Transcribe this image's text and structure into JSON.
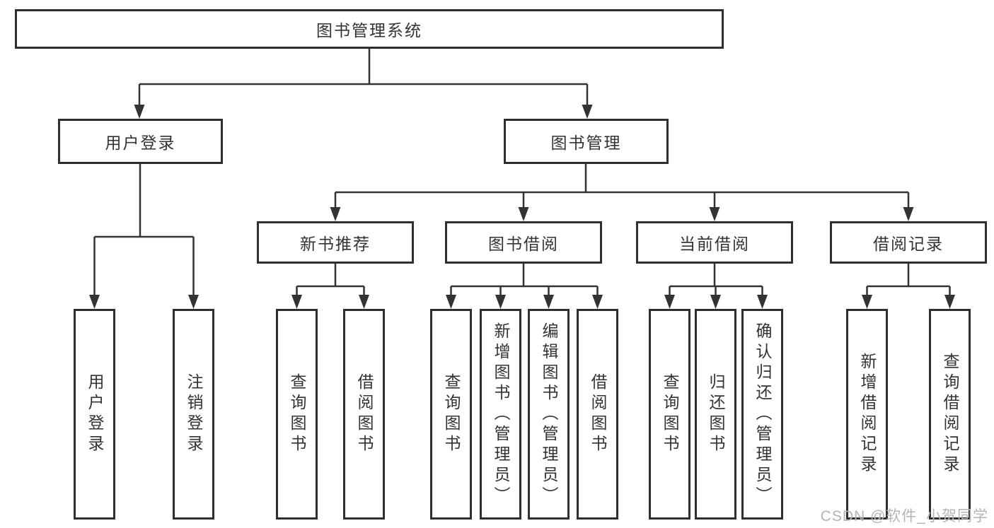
{
  "diagram": {
    "root": {
      "label": "图书管理系统"
    },
    "branches": [
      {
        "label": "用户登录",
        "children": [
          {
            "label": "用户登录"
          },
          {
            "label": "注销登录"
          }
        ]
      },
      {
        "label": "图书管理",
        "children": [
          {
            "label": "新书推荐",
            "children": [
              {
                "label": "查询图书"
              },
              {
                "label": "借阅图书"
              }
            ]
          },
          {
            "label": "图书借阅",
            "children": [
              {
                "label": "查询图书"
              },
              {
                "label": "新增图书（管理员）"
              },
              {
                "label": "编辑图书（管理员）"
              },
              {
                "label": "借阅图书"
              }
            ]
          },
          {
            "label": "当前借阅",
            "children": [
              {
                "label": "查询图书"
              },
              {
                "label": "归还图书"
              },
              {
                "label": "确认归还（管理员）"
              }
            ]
          },
          {
            "label": "借阅记录",
            "children": [
              {
                "label": "新增借阅记录"
              },
              {
                "label": "查询借阅记录"
              }
            ]
          }
        ]
      }
    ],
    "watermark": "CSDN @软件_小贺同学",
    "colors": {
      "line": "#333333",
      "box_border": "#2f2f2f",
      "text": "#333333",
      "background": "#ffffff",
      "watermark": "#b4b4b4"
    }
  }
}
